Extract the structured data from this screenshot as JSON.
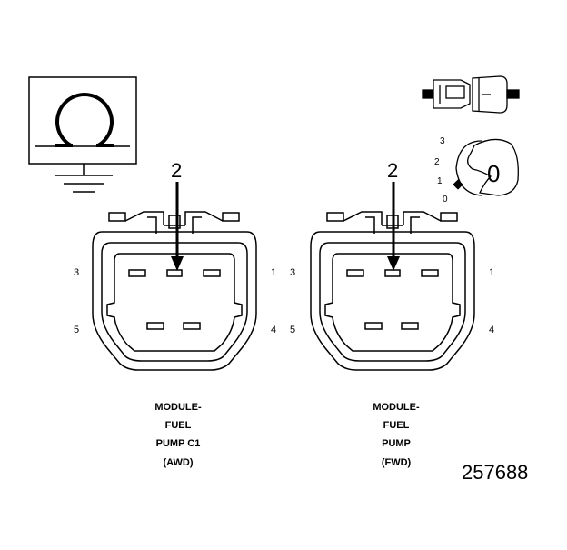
{
  "legend": {
    "scale_labels": [
      "3",
      "2",
      "1",
      "0"
    ],
    "selector_value": "0"
  },
  "connectors": [
    {
      "callout": "2",
      "pins": {
        "p3": "3",
        "p1": "1",
        "p5": "5",
        "p4": "4"
      },
      "caption": [
        "MODULE-",
        "FUEL",
        "PUMP C1",
        "(AWD)"
      ]
    },
    {
      "callout": "2",
      "pins": {
        "p3": "3",
        "p1": "1",
        "p5": "5",
        "p4": "4"
      },
      "caption": [
        "MODULE-",
        "FUEL",
        "PUMP",
        "(FWD)"
      ]
    }
  ],
  "figure_number": "257688"
}
